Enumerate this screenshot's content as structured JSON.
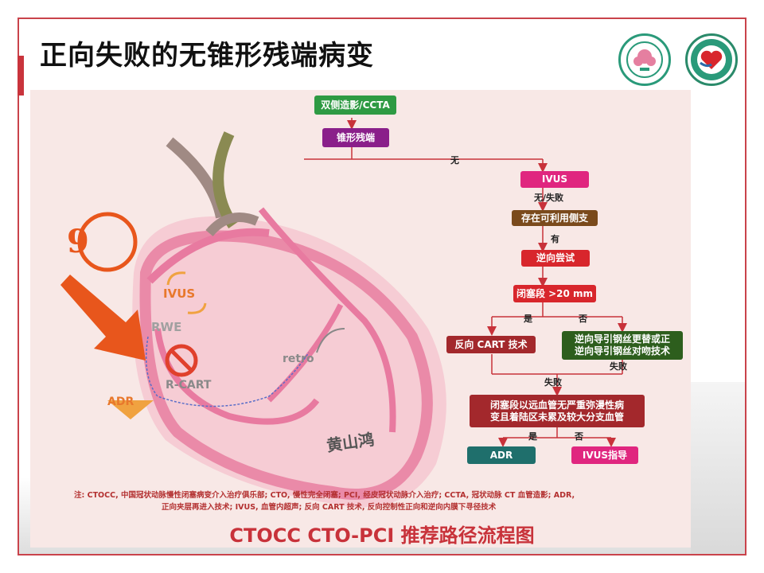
{
  "slide": {
    "title": "正向失败的无锥形残端病变",
    "footer_title": "CTOCC CTO-PCI 推荐路径流程图",
    "note_line1": "注: CTOCC, 中国冠状动脉慢性闭塞病变介入治疗俱乐部; CTO, 慢性完全闭塞; PCI, 经皮冠状动脉介入治疗; CCTA, 冠状动脉 CT 血管造影; ADR,",
    "note_line2": "正向夹层再进入技术; IVUS, 血管内超声; 反向 CART 技术, 反向控制性正向和逆向内膜下寻径技术"
  },
  "illustration": {
    "step_number": "9",
    "ivus": "IVUS",
    "rwe": "RWE",
    "rcart": "R-CART",
    "retro": "retro",
    "adr": "ADR",
    "signature": "黄山鸿"
  },
  "flowchart": {
    "nodes": {
      "imaging": "双侧造影/CCTA",
      "tapered_stump": "锥形残端",
      "ivus": "IVUS",
      "side_branch": "存在可利用侧支",
      "retrograde": "逆向尝试",
      "occlusion_len": "闭塞段 >20 mm",
      "reverse_cart": "反向 CART 技术",
      "wire_exchange_line1": "逆向导引钢丝更替或正",
      "wire_exchange_line2": "逆向导引钢丝对吻技术",
      "distal_line1": "闭塞段以远血管无严重弥漫性病",
      "distal_line2": "变且着陆区未累及较大分支血管",
      "adr": "ADR",
      "ivus_guided": "IVUS指导"
    },
    "labels": {
      "no": "无",
      "none_or_fail": "无/失败",
      "have": "有",
      "yes1": "是",
      "no1": "否",
      "fail": "失败",
      "fail2": "失败",
      "yes2": "是",
      "no2": "否"
    },
    "colors": {
      "green": "#2e9a43",
      "purple": "#8a1f8a",
      "magenta": "#e0267f",
      "brown": "#7a4a1c",
      "red": "#d8262c",
      "dark_red": "#a3282c",
      "dark_green": "#2d5e1d",
      "teal": "#1f6f6c",
      "arrow": "#c8323a"
    }
  }
}
